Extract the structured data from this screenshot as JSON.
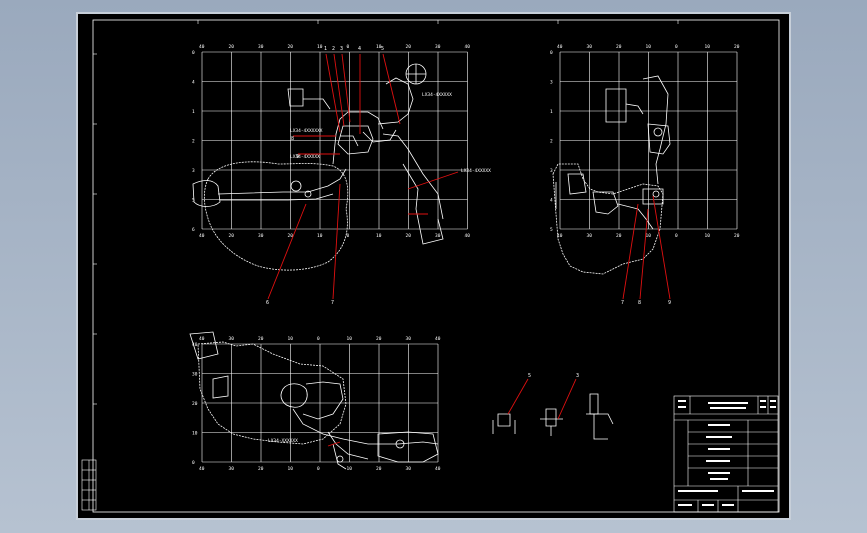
{
  "window": {
    "background": "#a6b4c6",
    "sheet_color": "#000000"
  },
  "drawing": {
    "line_color": "#ffffff",
    "leader_color": "#e01010",
    "top_view": {
      "grid_x_labels": [
        "40",
        "20",
        "30",
        "20",
        "10",
        "0",
        "10",
        "20",
        "30",
        "40"
      ],
      "grid_y_labels": [
        "0",
        "4",
        "1",
        "2",
        "3",
        "5",
        "6"
      ]
    },
    "side_view": {
      "grid_x_labels": [
        "40",
        "30",
        "20",
        "10",
        "0",
        "10",
        "20"
      ],
      "grid_y_labels": [
        "0",
        "3",
        "1",
        "2",
        "3",
        "4",
        "5"
      ]
    },
    "bottom_view": {
      "grid_x_labels": [
        "40",
        "30",
        "20",
        "10",
        "0",
        "10",
        "20",
        "30",
        "40"
      ],
      "grid_y_labels": [
        "40",
        "30",
        "20",
        "10",
        "0"
      ]
    },
    "callouts_top": [
      "1",
      "2",
      "3",
      "4",
      "5",
      "6",
      "7",
      "8",
      "9"
    ],
    "callouts_side": [
      "7",
      "8",
      "9"
    ],
    "detail_callouts": [
      "5",
      "3"
    ],
    "annotations": {
      "a1": "LX34-4XXXXX",
      "a2": "LX34-4XXXXXX",
      "a3": "LX34-4XXXXX",
      "a4": "LX34-4XXXXX",
      "a5": "LX34-XXXXXX"
    }
  }
}
